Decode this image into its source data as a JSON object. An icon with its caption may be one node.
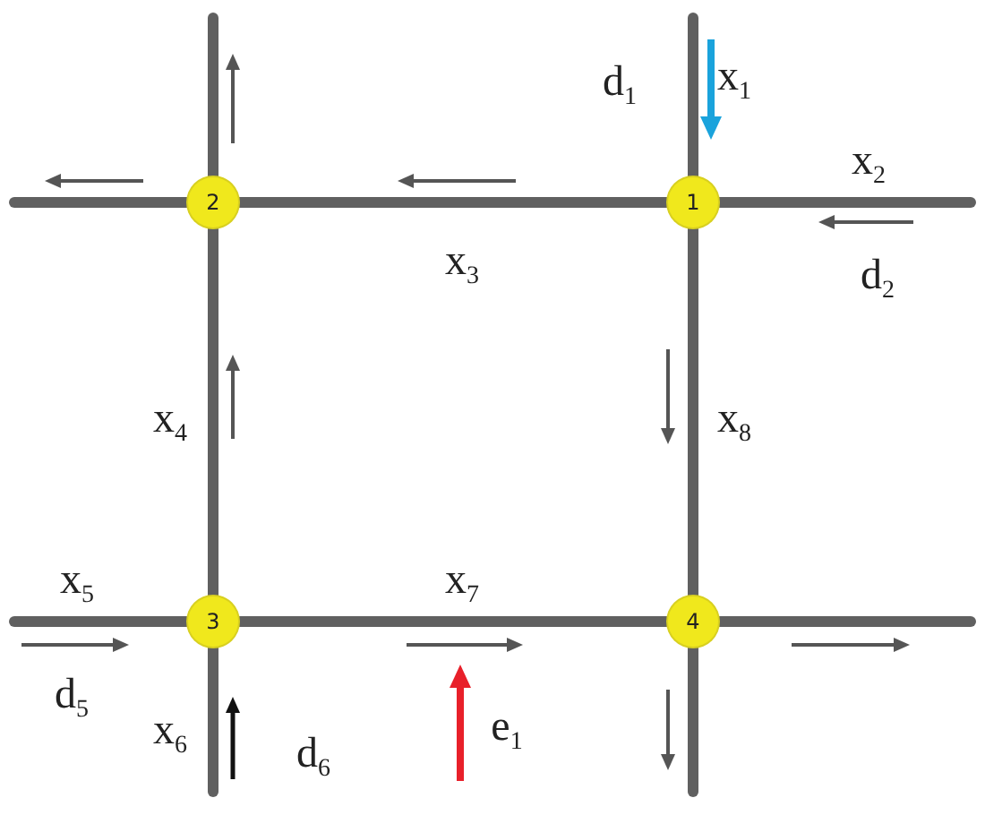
{
  "diagram": {
    "nodes": [
      {
        "text": [
          "1"
        ]
      },
      {
        "text": [
          "2"
        ]
      },
      {
        "text": [
          "3"
        ]
      },
      {
        "text": [
          "4"
        ]
      }
    ],
    "edges": [
      {
        "from": 0,
        "to": null,
        "arrow": "none",
        "label": "x$_{1}$"
      },
      {
        "from": 0,
        "to": null,
        "arrow": "none",
        "label": "x$_{2}$"
      },
      {
        "from": 0,
        "to": 1,
        "arrow": "none",
        "label": "x$_{3}$"
      },
      {
        "from": 2,
        "to": 1,
        "arrow": "none",
        "label": "x$_{4}$"
      },
      {
        "from": 2,
        "to": null,
        "arrow": "none",
        "label": "x$_{5}$"
      },
      {
        "from": 2,
        "to": null,
        "arrow": "none",
        "label": "x$_{6}$"
      },
      {
        "from": 2,
        "to": 3,
        "arrow": "none",
        "label": "x$_{7}$"
      },
      {
        "from": 0,
        "to": 3,
        "arrow": "none",
        "label": "x$_{8}$"
      },
      {
        "from": 1,
        "to": null,
        "arrow": "none"
      },
      {
        "from": 1,
        "to": null,
        "arrow": "none"
      },
      {
        "from": 3,
        "to": null,
        "arrow": "none"
      },
      {
        "from": 3,
        "to": null,
        "arrow": "none"
      }
    ],
    "labels": [
      "d$_{1}$",
      "d$_{2}$",
      "d$_{5}$",
      "d$_{6}$",
      "e$_{1}$"
    ]
  }
}
